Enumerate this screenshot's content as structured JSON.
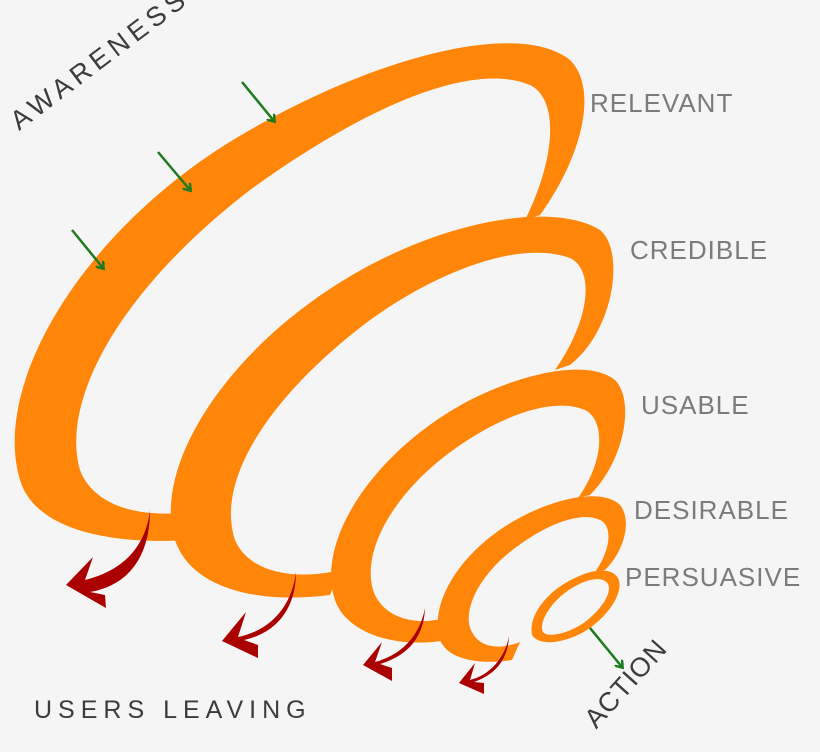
{
  "diagram": {
    "title_left": "AWARENESS",
    "stages": [
      {
        "label": "RELEVANT"
      },
      {
        "label": "CREDIBLE"
      },
      {
        "label": "USABLE"
      },
      {
        "label": "DESIRABLE"
      },
      {
        "label": "PERSUASIVE"
      }
    ],
    "outcome": "ACTION",
    "bottom_label": "USERS LEAVING",
    "colors": {
      "funnel": "#ff8609",
      "inflow_arrows": "#1e7a1e",
      "outflow_arrows": "#aa0000",
      "label_text": "#7b7b7b",
      "dark_text": "#3c3c3c",
      "background": "#f5f5f5"
    }
  }
}
